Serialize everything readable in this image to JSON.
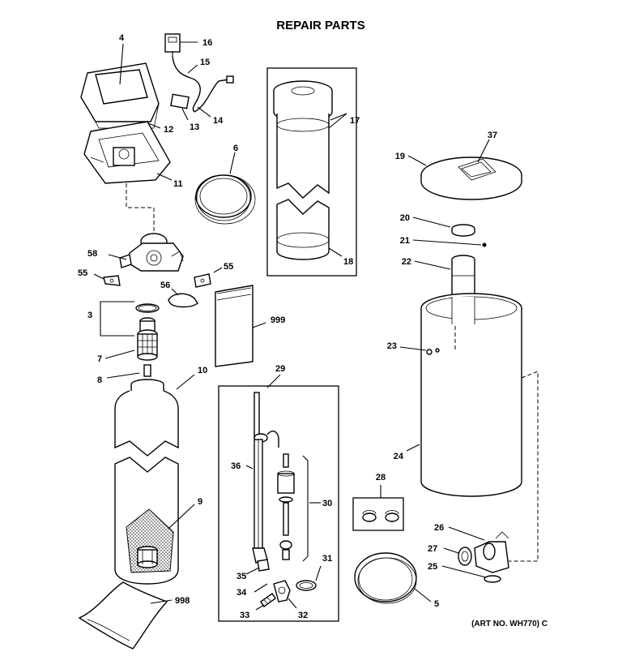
{
  "title": "REPAIR PARTS",
  "art_no": "(ART NO. WH770) C",
  "callouts": {
    "c4": "4",
    "c16": "16",
    "c15": "15",
    "c12": "12",
    "c13": "13",
    "c14": "14",
    "c6": "6",
    "c11": "11",
    "c17": "17",
    "c18": "18",
    "c37": "37",
    "c19": "19",
    "c20": "20",
    "c21": "21",
    "c22": "22",
    "c58": "58",
    "c55a": "55",
    "c55b": "55",
    "c56": "56",
    "c3": "3",
    "c999": "999",
    "c7": "7",
    "c23": "23",
    "c8": "8",
    "c10": "10",
    "c29": "29",
    "c36": "36",
    "c30": "30",
    "c24": "24",
    "c28": "28",
    "c9": "9",
    "c26": "26",
    "c27": "27",
    "c25": "25",
    "c31": "31",
    "c35": "35",
    "c34": "34",
    "c33": "33",
    "c32": "32",
    "c5": "5",
    "c998": "998"
  }
}
